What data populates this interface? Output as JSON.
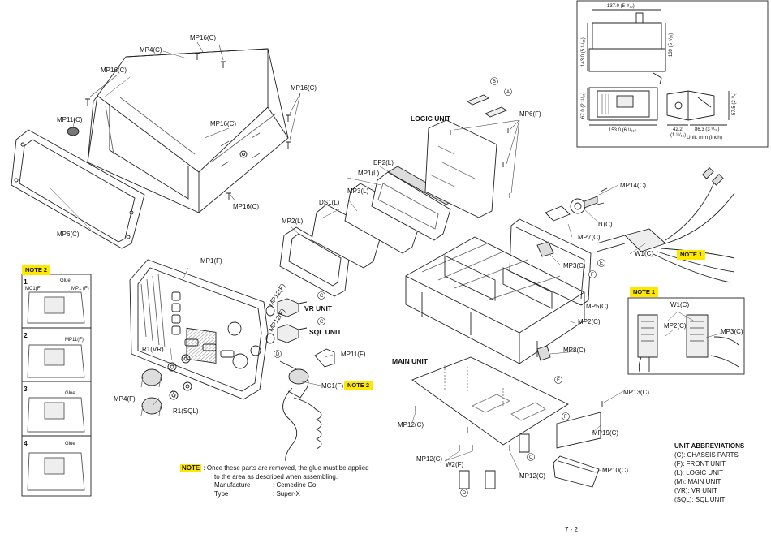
{
  "labels": {
    "mp4c": "MP4(C)",
    "mp16c_a": "MP16(C)",
    "mp16c_b": "MP16(C)",
    "mp16c_c": "MP16(C)",
    "mp16c_d": "MP16(C)",
    "mp16c_e": "MP16(C)",
    "mp11c": "MP11(C)",
    "mp6c": "MP6(C)",
    "logic_unit": "LOGIC UNIT",
    "mp6f": "MP6(F)",
    "ep2l": "EP2(L)",
    "mp1l": "MP1(L)",
    "mp3l": "MP3(L)",
    "ds1l": "DS1(L)",
    "mp2l": "MP2(L)",
    "mp14c": "MP14(C)",
    "j1c": "J1(C)",
    "mp7c": "MP7(C)",
    "w1c": "W1(C)",
    "mp3c": "MP3(C)",
    "mp5c": "MP5(C)",
    "mp2c": "MP2(C)",
    "mp1f": "MP1(F)",
    "mp12f_a": "MP12(F)",
    "mp12f_b": "MP12(F)",
    "vr_unit": "VR UNIT",
    "sql_unit": "SQL UNIT",
    "mp11f": "MP11(F)",
    "r1vr": "R1(VR)",
    "mp4f": "MP4(F)",
    "r1sql": "R1(SQL)",
    "mc1f": "MC1(F)",
    "main_unit": "MAIN UNIT",
    "mp8c": "MP8(C)",
    "mp13c": "MP13(C)",
    "mp12c_a": "MP12(C)",
    "mp12c_b": "MP12(C)",
    "mp12c_c": "MP12(C)",
    "mp19c": "MP19(C)",
    "w2f": "W2(F)",
    "mp10c": "MP10(C)",
    "conn_a1": "A",
    "conn_b1": "B",
    "conn_c1": "C",
    "conn_c2": "C",
    "conn_c3": "C",
    "conn_d1": "D",
    "conn_d2": "D",
    "conn_e1": "E",
    "conn_e2": "E",
    "conn_f1": "F",
    "conn_f2": "F"
  },
  "notes": {
    "note1_a": "NOTE 1",
    "note1_b": "NOTE 1",
    "note2_a": "NOTE 2",
    "note2_b": "NOTE 2"
  },
  "note2_panel": {
    "step1": "1",
    "step2": "2",
    "step3": "3",
    "step4": "4",
    "glue1": "Glue",
    "mc1f": "MC1(F)",
    "mp1f": "MP1 (F)",
    "mp11f": "MP11(F)",
    "glue3": "Glue",
    "glue4": "Glue"
  },
  "note1_panel": {
    "w1c": "W1(C)",
    "mp2c": "MP2(C)",
    "mp3c": "MP3(C)"
  },
  "dimensions": {
    "w_top": "137.0 (5 ³/₁₆)",
    "h_left": "143.0 (5 ¹¹/₁₆)",
    "h_right": "139 (5 ⁵/₁₆)",
    "h_front": "67.0 (2 ¹¹/₁₆)",
    "w_front": "153.0 (6 ¹/₁₆)",
    "depth_a": "42.2",
    "depth_a2": "(1 ¹¹/₁₆)",
    "depth_b": "86.3 (3 ³/₁₆)",
    "h_side": "57.5 (2 ¹/₄)",
    "unit": "Unit: mm (inch)"
  },
  "abbreviations": {
    "title": "UNIT ABBREVIATIONS",
    "items": [
      "(C): CHASSIS PARTS",
      "(F): FRONT UNIT",
      "(L): LOGIC UNIT",
      "(M): MAIN UNIT",
      "(VR): VR UNIT",
      "(SQL): SQL UNIT"
    ]
  },
  "glue_note": {
    "tag": "NOTE",
    "line1": ": Once these parts are removed, the glue must be applied",
    "line2": "to the area as described when assembling.",
    "manufacture_label": "Manufacture",
    "manufacture_value": ": Cemedine Co.",
    "type_label": "Type",
    "type_value": ": Super-X"
  },
  "page_number": "7 - 2",
  "colors": {
    "note": "#ffe800",
    "line": "#222222"
  }
}
